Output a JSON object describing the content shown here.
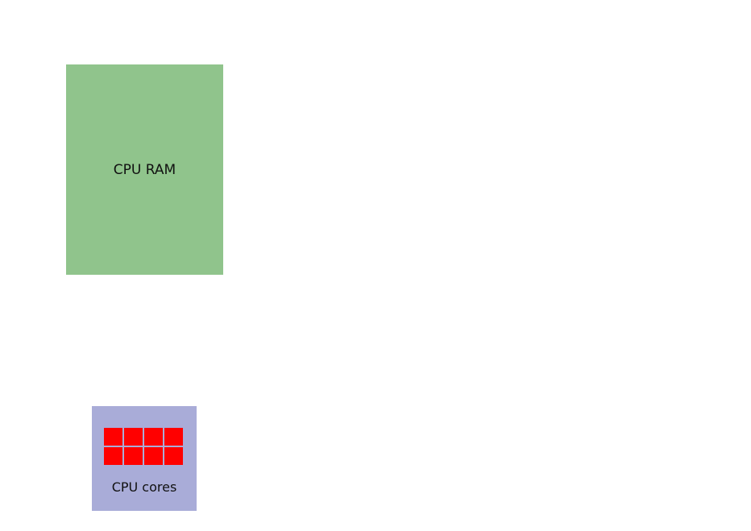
{
  "ram": {
    "label": "CPU RAM",
    "color": "#90c48c"
  },
  "cpu": {
    "label": "CPU cores",
    "color": "#a9acd8",
    "core_color": "#ff0000",
    "core_count": 8
  }
}
